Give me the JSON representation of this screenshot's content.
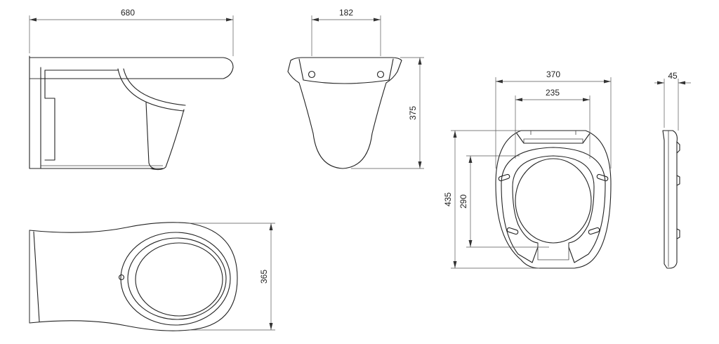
{
  "dimensions": {
    "bowl_length": "680",
    "bowl_front_width": "182",
    "bowl_height": "375",
    "bowl_plan_width": "365",
    "seat_width": "370",
    "seat_inner_width": "235",
    "seat_length": "435",
    "seat_inner_length": "290",
    "seat_thickness": "45"
  }
}
